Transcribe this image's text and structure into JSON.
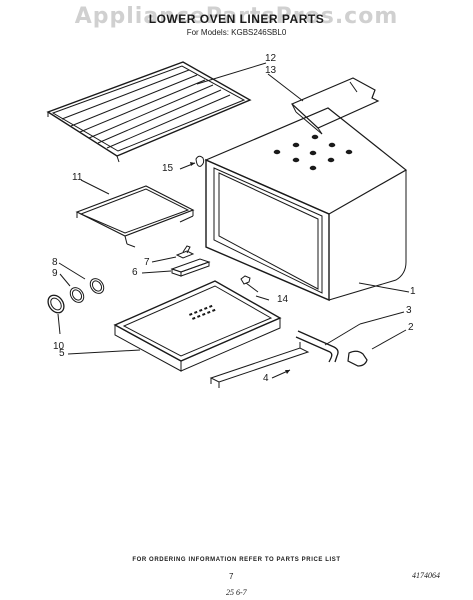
{
  "watermark": "AppliancePartsPros.com",
  "header": {
    "title": "LOWER OVEN LINER PARTS",
    "subtitle": "For Models: KGBS246SBL0"
  },
  "callouts": {
    "c1": "1",
    "c2": "2",
    "c3": "3",
    "c4": "4",
    "c5": "5",
    "c6": "6",
    "c7": "7",
    "c8": "8",
    "c9": "9",
    "c10": "10",
    "c11": "11",
    "c12": "12",
    "c13": "13",
    "c14": "14",
    "c15": "15"
  },
  "footer": {
    "ordering_note": "FOR ORDERING INFORMATION REFER TO PARTS PRICE LIST",
    "page_number": "7",
    "part_number": "4174064",
    "date_code": "25 6-7"
  },
  "colors": {
    "line": "#1a1a1a",
    "watermark": "#c8c8c8"
  }
}
